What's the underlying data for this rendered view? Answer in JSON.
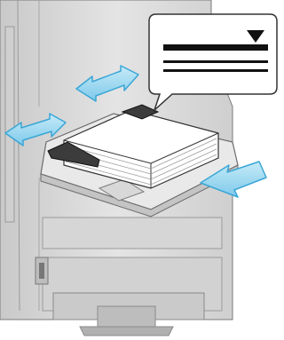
{
  "figure": {
    "subject": "printer-bypass-tray-loading",
    "callout": {
      "content": "paper-stack-max-line-indicator",
      "icon": "triangle-down-icon"
    },
    "arrows": [
      {
        "name": "guide-adjust-arrow-top",
        "icon": "double-headed-arrow-icon"
      },
      {
        "name": "guide-adjust-arrow-left",
        "icon": "double-headed-arrow-icon"
      },
      {
        "name": "paper-insert-arrow",
        "icon": "insert-arrow-icon"
      }
    ],
    "colors": {
      "arrow_fill": "#9fd8ef",
      "arrow_stroke": "#3aa6d6",
      "machine_body": "#dcdcdc",
      "machine_shade": "#bdbdbd",
      "paper": "#ffffff",
      "outline": "#333333",
      "callout_bar": "#111111"
    }
  }
}
